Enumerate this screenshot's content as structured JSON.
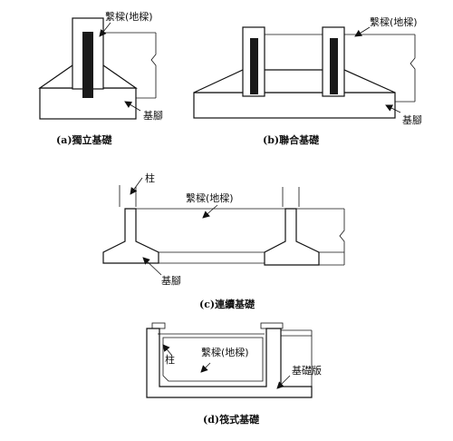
{
  "diagram": {
    "a": {
      "beam_label": "繫樑(地樑)",
      "footing_label": "基腳",
      "caption": "(a)獨立基礎"
    },
    "b": {
      "beam_label": "繫樑(地樑)",
      "footing_label": "基腳",
      "caption": "(b)聯合基礎"
    },
    "c": {
      "column_label": "柱",
      "beam_label": "繫樑(地樑)",
      "footing_label": "基腳",
      "caption": "(c)連續基礎"
    },
    "d": {
      "column_label": "柱",
      "beam_label": "繫樑(地樑)",
      "slab_label": "基礎版",
      "caption": "(d)筏式基礎"
    }
  }
}
